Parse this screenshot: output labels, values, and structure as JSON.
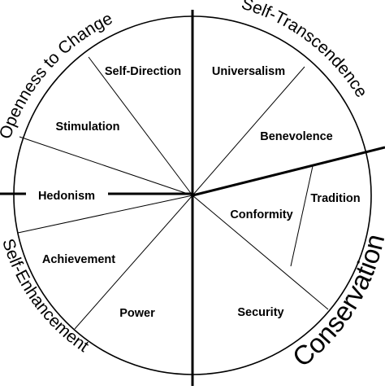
{
  "diagram": {
    "values": {
      "self_direction": "Self-Direction",
      "universalism": "Universalism",
      "stimulation": "Stimulation",
      "benevolence": "Benevolence",
      "hedonism": "Hedonism",
      "tradition": "Tradition",
      "conformity": "Conformity",
      "achievement": "Achievement",
      "power": "Power",
      "security": "Security"
    },
    "dimensions": {
      "openness_to_change": "Openness to Change",
      "self_transcendence": "Self-Transcendence",
      "self_enhancement": "Self-Enhancement",
      "conservation": "Conservation"
    }
  }
}
